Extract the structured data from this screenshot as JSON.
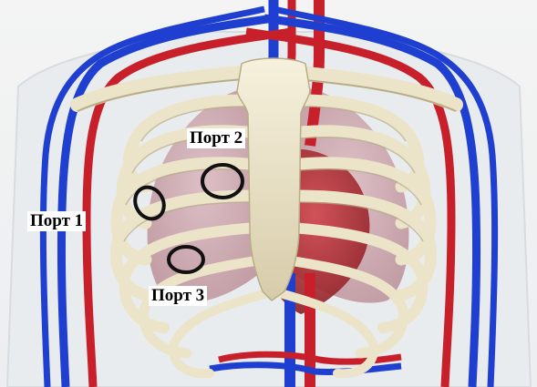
{
  "labels": {
    "port1": "Порт 1",
    "port2": "Порт 2",
    "port3": "Порт 3"
  },
  "colors": {
    "background": "#ffffff",
    "bone": "#ece4c8",
    "bone_shadow": "#b8ad88",
    "artery": "#c8202a",
    "vein": "#1f3fd0",
    "lung": "#c79aa3",
    "heart": "#b5333a",
    "port_marker": "#111111"
  }
}
